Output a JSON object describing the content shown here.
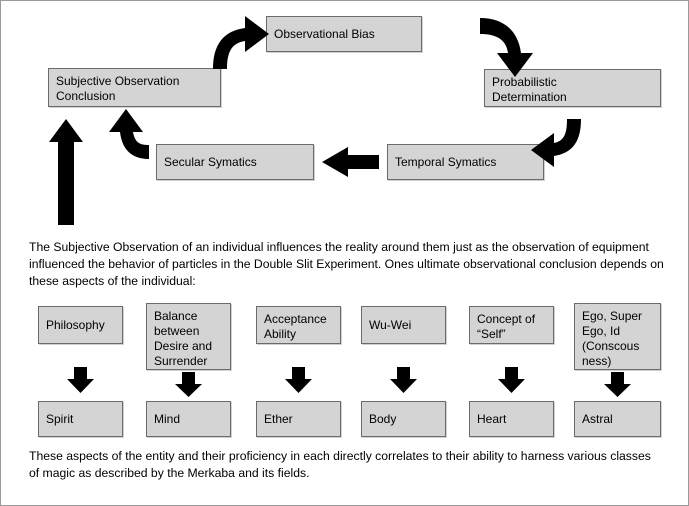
{
  "diagram": {
    "title_text": "",
    "colors": {
      "box_fill": "#d4d4d4",
      "box_border": "#6b6b6b",
      "arrow": "#000000",
      "page_border": "#9a9a9a",
      "background": "#ffffff",
      "text": "#000000"
    },
    "cycle": {
      "nodes": [
        {
          "id": "observational-bias",
          "label": "Observational Bias"
        },
        {
          "id": "probabilistic-determination",
          "label": "Probabilistic\nDetermination"
        },
        {
          "id": "temporal-symatics",
          "label": "Temporal Symatics"
        },
        {
          "id": "secular-symatics",
          "label": "Secular Symatics"
        },
        {
          "id": "subjective-observation-conclusion",
          "label": "Subjective Observation\nConclusion"
        }
      ],
      "connectors": [
        {
          "id": "arrow-conclusion-to-bias",
          "kind": "curved",
          "from": "subjective-observation-conclusion",
          "to": "observational-bias"
        },
        {
          "id": "arrow-bias-to-probabilistic",
          "kind": "curved",
          "from": "observational-bias",
          "to": "probabilistic-determination"
        },
        {
          "id": "arrow-probabilistic-to-temporal",
          "kind": "curved",
          "from": "probabilistic-determination",
          "to": "temporal-symatics"
        },
        {
          "id": "arrow-temporal-to-secular",
          "kind": "straight-left",
          "from": "temporal-symatics",
          "to": "secular-symatics"
        },
        {
          "id": "arrow-secular-to-conclusion",
          "kind": "curved",
          "from": "secular-symatics",
          "to": "subjective-observation-conclusion"
        },
        {
          "id": "arrow-feedback-up",
          "kind": "straight-up",
          "from": "aspects-section",
          "to": "subjective-observation-conclusion"
        }
      ]
    },
    "body_paragraph": "The Subjective Observation of an individual influences the reality around them just as the observation of equipment influenced the behavior of particles in the Double Slit Experiment. Ones ultimate observational conclusion depends on these aspects of the individual:",
    "aspects": [
      {
        "aspect": "Philosophy",
        "result": "Spirit"
      },
      {
        "aspect": "Balance\nbetween\nDesire and\nSurrender",
        "result": "Mind"
      },
      {
        "aspect": "Acceptance\nAbility",
        "result": "Ether"
      },
      {
        "aspect": "Wu-Wei",
        "result": "Body"
      },
      {
        "aspect": "Concept of\n“Self”",
        "result": "Heart"
      },
      {
        "aspect": "Ego, Super\nEgo, Id\n(Conscous\nness)",
        "result": "Astral"
      }
    ],
    "footer_paragraph": "These aspects of the entity and their proficiency in each directly correlates to their ability to harness various classes of magic as described by the Merkaba and its fields."
  }
}
